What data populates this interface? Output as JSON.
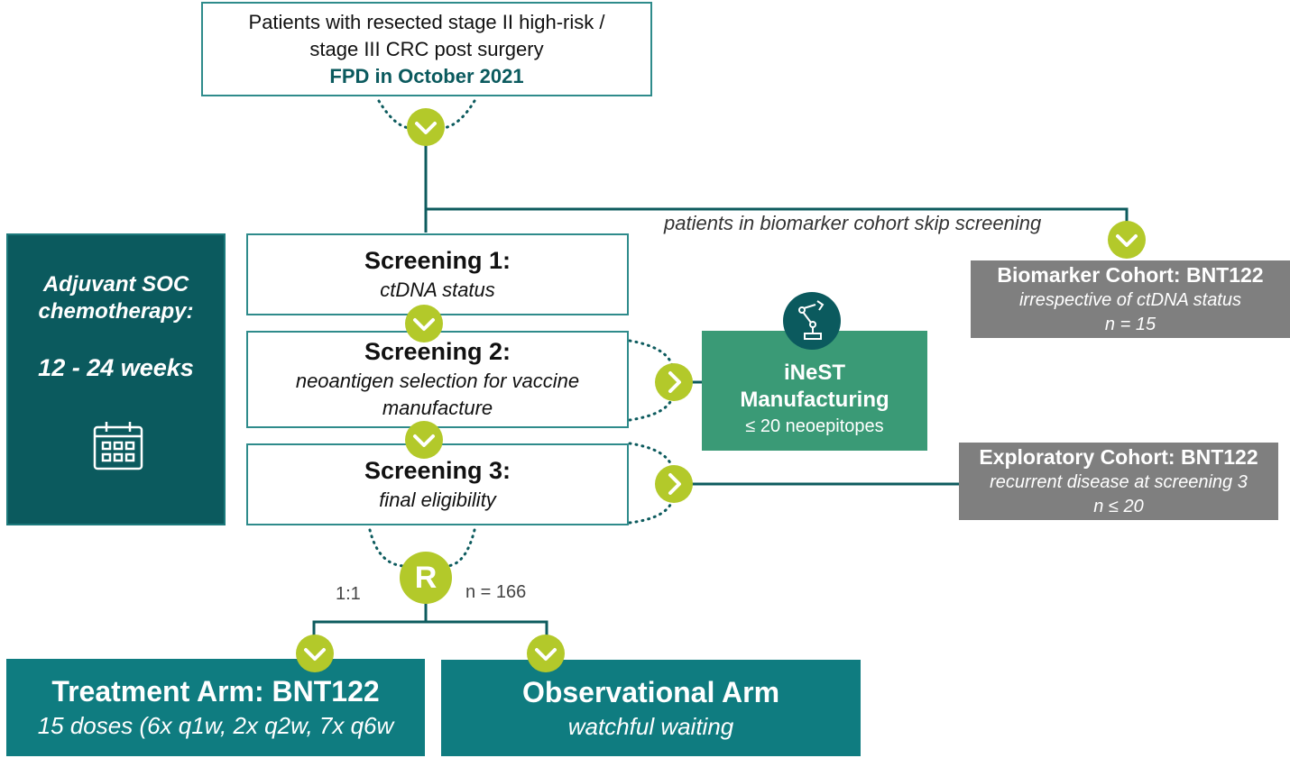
{
  "colors": {
    "teal_dark": "#0b5a5e",
    "teal": "#0f7c80",
    "green": "#3a9a76",
    "lime": "#b3c92a",
    "grey": "#7f7f7f",
    "outline": "#2e8b8b",
    "connector": "#0d5b5e"
  },
  "top_box": {
    "line1": "Patients with resected stage II high-risk /",
    "line2": "stage III CRC post surgery",
    "fpd": "FPD in October 2021"
  },
  "skip_label": "patients in biomarker cohort skip screening",
  "chemo": {
    "line1": "Adjuvant SOC",
    "line2": "chemotherapy:",
    "duration": "12 - 24 weeks",
    "icon": "calendar-icon"
  },
  "screening1": {
    "title": "Screening 1:",
    "subtitle": "ctDNA status"
  },
  "screening2": {
    "title": "Screening 2:",
    "subtitle_line1": "neoantigen selection for vaccine",
    "subtitle_line2": "manufacture"
  },
  "screening3": {
    "title": "Screening 3:",
    "subtitle": "final eligibility"
  },
  "inest": {
    "line1": "iNeST",
    "line2": "Manufacturing",
    "line3": "≤ 20 neoepitopes",
    "icon": "robot-arm-icon"
  },
  "biomarker": {
    "title": "Biomarker Cohort: BNT122",
    "subtitle": "irrespective of ctDNA status",
    "n": "n = 15"
  },
  "exploratory": {
    "title": "Exploratory Cohort: BNT122",
    "subtitle": "recurrent disease at screening 3",
    "n": "n ≤ 20"
  },
  "randomization": {
    "label": "R",
    "ratio": "1:1",
    "n": "n = 166"
  },
  "treatment": {
    "title": "Treatment Arm: BNT122",
    "subtitle": "15 doses (6x q1w, 2x q2w, 7x q6w"
  },
  "observational": {
    "title": "Observational Arm",
    "subtitle": "watchful waiting"
  }
}
